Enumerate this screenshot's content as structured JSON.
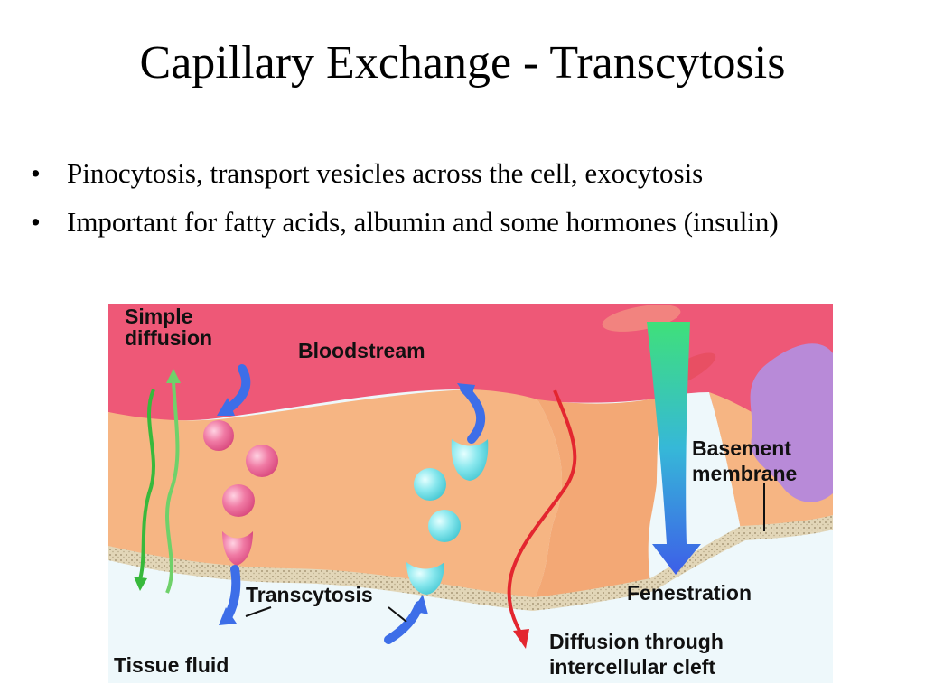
{
  "slide": {
    "title": "Capillary Exchange - Transcytosis",
    "bullets": [
      {
        "marker": "•",
        "text": "Pinocytosis, transport vesicles across the cell, exocytosis"
      },
      {
        "marker": "•",
        "text": "Important for fatty acids, albumin and some hormones (insulin)"
      }
    ]
  },
  "figure": {
    "labels": {
      "simple_diffusion": [
        "Simple",
        "diffusion"
      ],
      "bloodstream": "Bloodstream",
      "basement_membrane": [
        "Basement",
        "membrane"
      ],
      "transcytosis": "Transcytosis",
      "fenestration": "Fenestration",
      "tissue_fluid": "Tissue fluid",
      "diffusion_cleft": [
        "Diffusion through",
        "intercellular cleft"
      ]
    },
    "colors": {
      "bloodstream": "#ee5877",
      "endothelium": "#f6b583",
      "tissue_fluid": "#eef8fb",
      "basement_membrane": "#dccfae",
      "pinocytic_vesicle": "#ec6b9a",
      "transcytotic_vesicle": "#7ee4ea",
      "blue_arrow": "#3d6ee8",
      "green_arrow": "#38b93c",
      "red_arrow": "#e3262f",
      "purple_cell": "#b88ad8"
    }
  }
}
